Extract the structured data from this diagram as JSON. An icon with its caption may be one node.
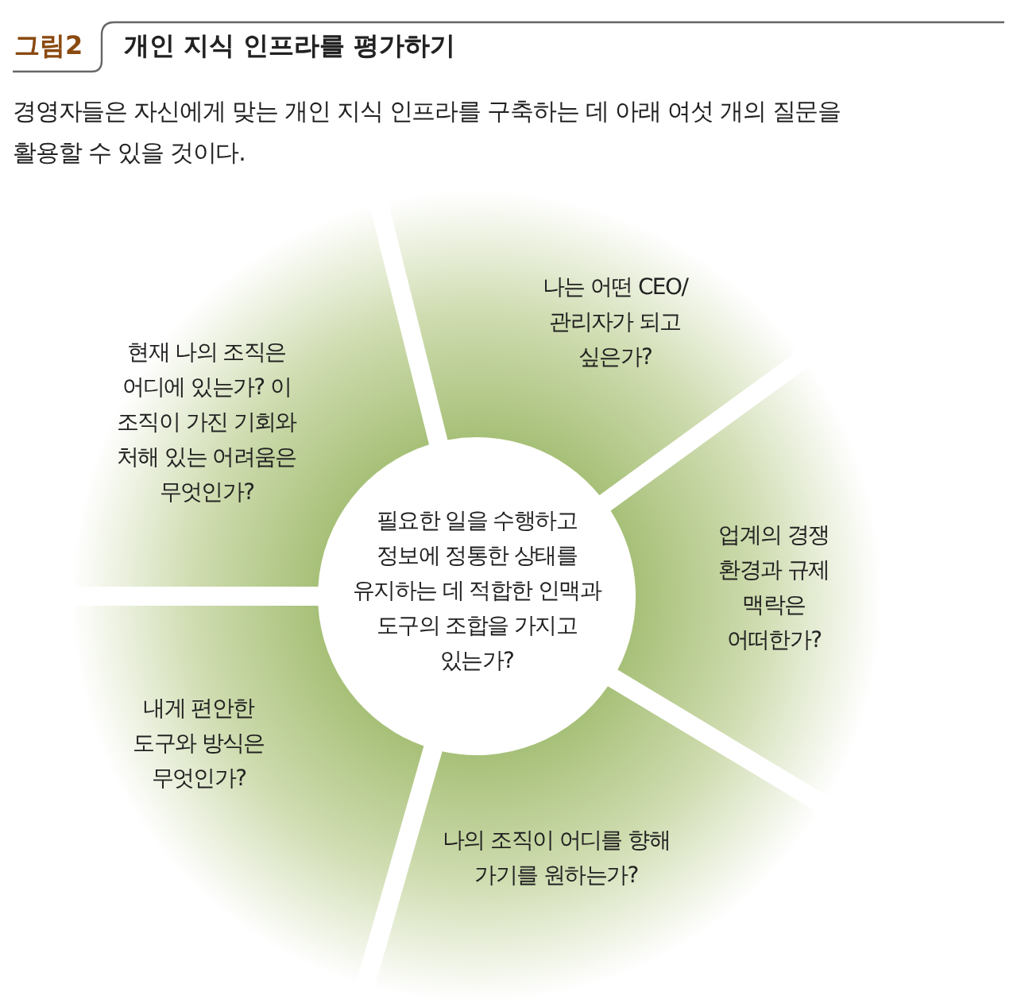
{
  "diagram": {
    "title": "개인 지식 인프라를 평가하기",
    "nodes": [
      {
        "text": [
          "현재 나의 조직은 어디에 있는가? 이 조직이 가진 기회와 처해 있는 어려움은 무엇인가?"
        ]
      },
      {
        "text": [
          "나는 어떤 CEO/관리자가 되고 싶은가?"
        ]
      },
      {
        "text": [
          "필요한 일을 수행하고 정보에 정통한 상태를 유지하는 데 적합한 인맥과 도구의 조합을 가지고 있는가?"
        ]
      },
      {
        "text": [
          "업계의 경쟁 환경과 규제 맥락은 어떠한가?"
        ]
      },
      {
        "text": [
          "내게 편안한 도구와 방식은 무엇인가?"
        ]
      },
      {
        "text": [
          "나의 조직이 어디를 향해 가기를 원하는가?"
        ]
      }
    ],
    "labels": [
      "그림2",
      "경영자들은 자신에게 맞는 개인 지식 인프라를 구축하는 데 아래 여섯 개의 질문을 활용할 수 있을 것이다."
    ]
  }
}
